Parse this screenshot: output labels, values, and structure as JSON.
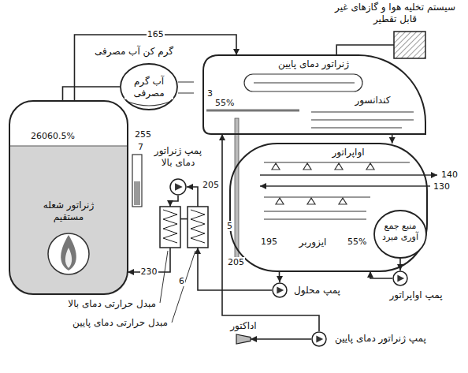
{
  "diagram": {
    "nodes": [
      {
        "text": [
          "ژنراتور شعله مستقیم"
        ]
      },
      {
        "text": [
          "گرم کن آب مصرفی",
          "آب گرم مصرفی"
        ]
      },
      {
        "text": [
          "ژنراتور دمای پایین",
          "کندانسور"
        ]
      },
      {
        "text": [
          "اواپراتور",
          "ایزوربر"
        ]
      },
      {
        "text": [
          "منبع جمع آوری مبرد"
        ]
      },
      {
        "text": [
          "پمپ ژنراتور دمای بالا"
        ]
      },
      {
        "text": [
          "مبدل حرارتی دمای بالا"
        ]
      },
      {
        "text": [
          "مبدل حرارتی دمای پایین"
        ]
      },
      {
        "text": [
          "پمپ محلول"
        ]
      },
      {
        "text": [
          "اداکتور"
        ]
      },
      {
        "text": [
          "پمپ ژنراتور دمای پایین"
        ]
      },
      {
        "text": [
          "پمپ اواپراتور"
        ]
      },
      {
        "text": [
          "سیستم تخلیه هوا و گازهای غیر قابل تقطیر"
        ]
      }
    ],
    "edges": [
      {
        "from": 0,
        "to": 2,
        "arrow": "to",
        "label": "165"
      },
      {
        "from": 0,
        "to": 1,
        "arrow": "none"
      },
      {
        "from": 5,
        "to": 6,
        "arrow": "to"
      },
      {
        "from": 6,
        "to": 0,
        "arrow": "to",
        "label": "230"
      },
      {
        "from": 7,
        "to": 6,
        "arrow": "none"
      },
      {
        "from": 8,
        "to": 7,
        "arrow": "to"
      },
      {
        "from": 3,
        "to": 8,
        "arrow": "to"
      },
      {
        "from": 10,
        "to": 9,
        "arrow": "to"
      },
      {
        "from": 10,
        "to": 2,
        "arrow": "to"
      },
      {
        "from": 4,
        "to": 11,
        "arrow": "to"
      },
      {
        "from": 11,
        "to": 3,
        "arrow": "to"
      },
      {
        "from": 2,
        "to": 3,
        "arrow": "to"
      },
      {
        "from": 2,
        "to": 12,
        "arrow": "none"
      },
      {
        "from": 7,
        "to": 5,
        "arrow": "to"
      }
    ],
    "labels": [
      "3",
      "55%",
      "255",
      "7",
      "26060.5%",
      "205",
      "5",
      "195",
      "55%",
      "205",
      "6",
      "140",
      "130"
    ]
  }
}
